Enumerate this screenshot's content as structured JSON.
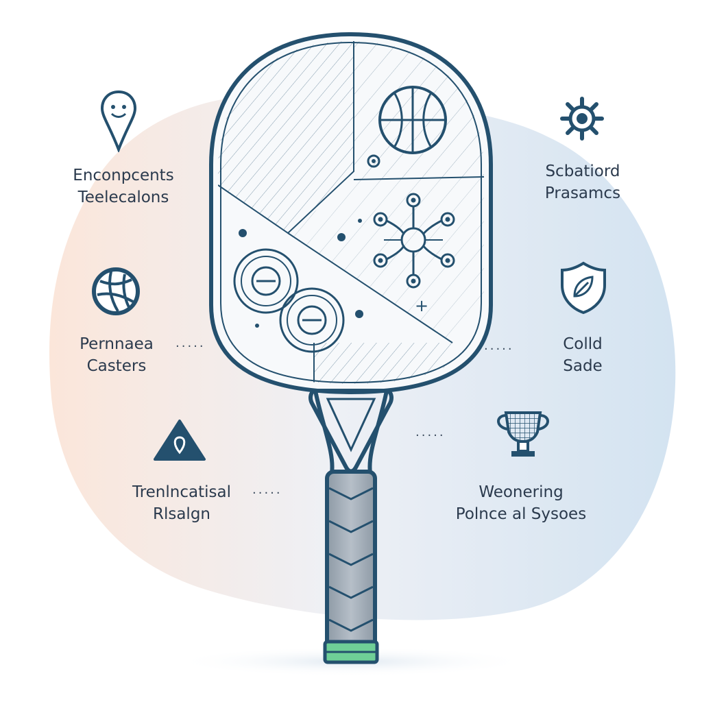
{
  "labels": {
    "top_left": [
      "Enconpcents",
      "Teelecalons"
    ],
    "mid_left": [
      "Pernnaea",
      "Casters"
    ],
    "bottom_left": [
      "Trenlncatisal",
      "Rlsalgn"
    ],
    "top_right": [
      "Scbatiord",
      "Prasamcs"
    ],
    "mid_right": [
      "Colld",
      "Sade"
    ],
    "bottom_right": [
      "Weonering",
      "Polnce al Sysoes"
    ]
  },
  "dots_glyph": ".....",
  "icons": {
    "top_left": "map-pin-face-icon",
    "mid_left": "volleyball-icon",
    "bottom_left": "warning-triangle-icon",
    "top_right": "sun-gear-icon",
    "mid_right": "shield-leaf-icon",
    "bottom_right": "trophy-net-icon"
  },
  "colors": {
    "stroke": "#24506e",
    "text": "#2b3a4d",
    "grip": "#9aa6b2",
    "grip_cap": "#6fcf97",
    "bg_warm": "#fbe9df",
    "bg_cool": "#dce8f3"
  }
}
